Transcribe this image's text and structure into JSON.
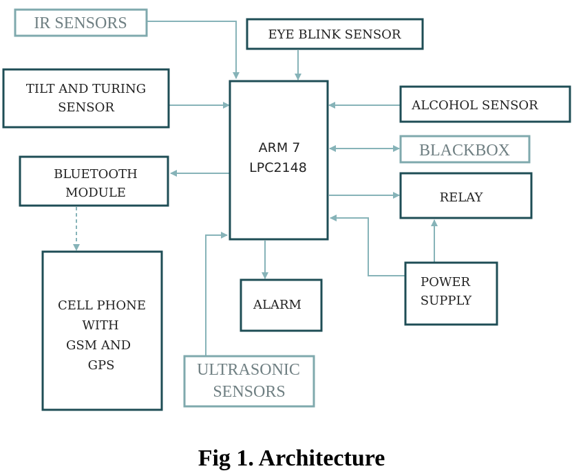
{
  "diagram": {
    "blocks": {
      "ir_sensors": "IR SENSORS",
      "eye_blink_sensor": "EYE BLINK SENSOR",
      "tilt_sensor": [
        "TILT AND TURING",
        "SENSOR"
      ],
      "alcohol_sensor": "ALCOHOL SENSOR",
      "controller": [
        "ARM 7",
        "LPC2148"
      ],
      "blackbox": "BLACKBOX",
      "bluetooth_module": [
        "BLUETOOTH",
        "MODULE"
      ],
      "relay": "RELAY",
      "cell_phone": [
        "CELL PHONE",
        "WITH",
        "GSM AND",
        "GPS"
      ],
      "alarm": "ALARM",
      "power_supply": [
        "POWER",
        "SUPPLY"
      ],
      "ultrasonic_sensors": [
        "ULTRASONIC",
        "SENSORS"
      ]
    },
    "caption": "Fig 1. Architecture",
    "colors": {
      "box_border": "#1e4d55",
      "light_border": "#7fa9ad",
      "connector": "#86b3b8"
    }
  }
}
